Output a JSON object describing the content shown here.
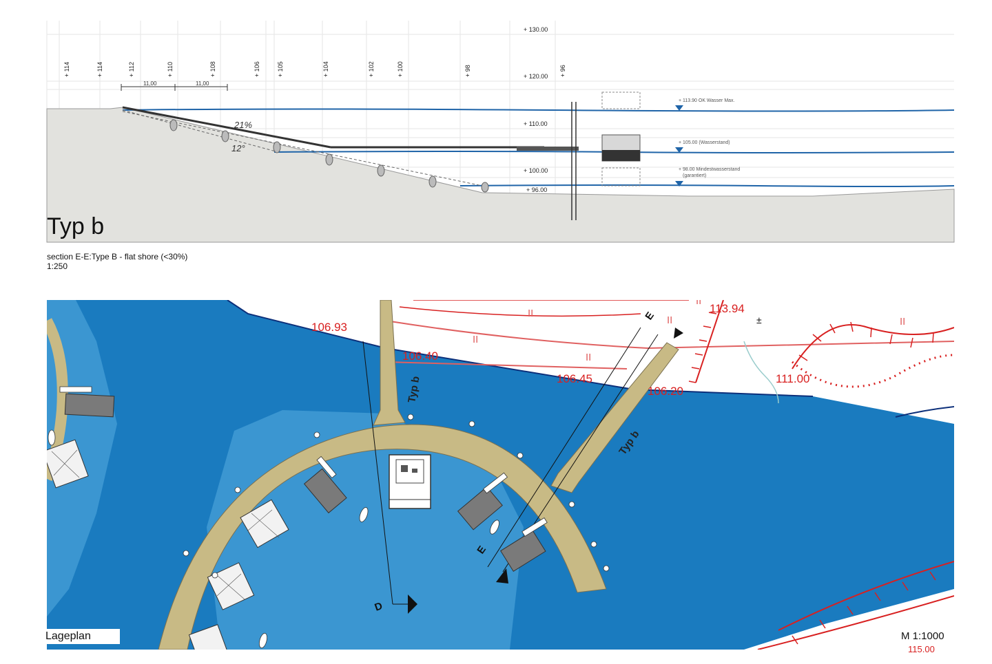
{
  "section": {
    "title": "Typ b",
    "caption_line1": "section E-E:Type B - flat shore (<30%)",
    "caption_line2": "1:250",
    "station_labels": [
      "+ 114",
      "+ 114",
      "+ 112",
      "+ 110",
      "+ 108",
      "+ 106",
      "+ 105",
      "+ 104",
      "+ 102",
      "+ 100",
      "+ 98",
      "+ 96"
    ],
    "elevation_labels": [
      "+ 130.00",
      "+ 120.00",
      "+ 110.00",
      "+ 100.00",
      "+ 96.00"
    ],
    "dimension_labels": [
      "11,00",
      "11,00"
    ],
    "slope_label": "21%",
    "angle_label": "12°",
    "water_levels": {
      "max": "+ 113.90 OK Wasser Max.",
      "mid": "+ 105.00 (Wasserstand)",
      "min_line1": "+ 98.00  Mindestwasserstand",
      "min_line2": "(garantiert)"
    }
  },
  "plan": {
    "title": "Lageplan",
    "scale": "M 1:1000",
    "contour_values": [
      "106.93",
      "106.40",
      "106.45",
      "106.20",
      "113.94",
      "111.00"
    ],
    "pier_labels": [
      "Typ b",
      "Typ b"
    ],
    "section_markers": [
      "E",
      "E",
      "D"
    ],
    "terrain_class_labels": [
      "II",
      "II",
      "II",
      "II",
      "II",
      "II"
    ],
    "misc_symbols": [
      "±",
      "115.00"
    ]
  },
  "colors": {
    "water_dark": "#1a7bbf",
    "water_light": "#3b96d1",
    "pier": "#c8ba85",
    "ground": "#e2e2de",
    "contour_red": "#d82020",
    "contour_light": "#e06060"
  }
}
